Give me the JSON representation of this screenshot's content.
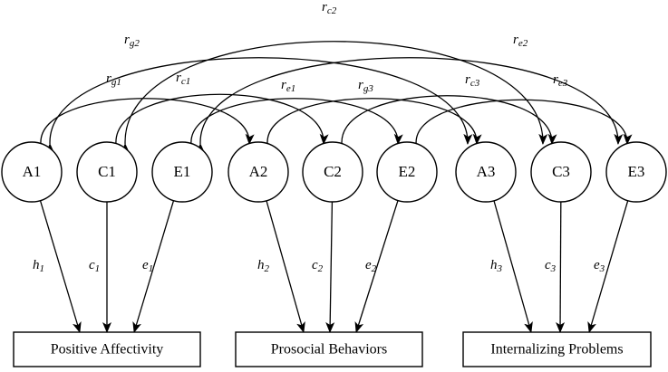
{
  "nodes": [
    {
      "id": "A1",
      "label": "A1"
    },
    {
      "id": "C1",
      "label": "C1"
    },
    {
      "id": "E1",
      "label": "E1"
    },
    {
      "id": "A2",
      "label": "A2"
    },
    {
      "id": "C2",
      "label": "C2"
    },
    {
      "id": "E2",
      "label": "E2"
    },
    {
      "id": "A3",
      "label": "A3"
    },
    {
      "id": "C3",
      "label": "C3"
    },
    {
      "id": "E3",
      "label": "E3"
    }
  ],
  "outcomes": [
    {
      "id": "pa",
      "label": "Positive Affectivity"
    },
    {
      "id": "pb",
      "label": "Prosocial Behaviors"
    },
    {
      "id": "ip",
      "label": "Internalizing Problems"
    }
  ],
  "paths": [
    {
      "from": "A1",
      "to": "pa",
      "base": "h",
      "sub": "1"
    },
    {
      "from": "C1",
      "to": "pa",
      "base": "c",
      "sub": "1"
    },
    {
      "from": "E1",
      "to": "pa",
      "base": "e",
      "sub": "1"
    },
    {
      "from": "A2",
      "to": "pb",
      "base": "h",
      "sub": "2"
    },
    {
      "from": "C2",
      "to": "pb",
      "base": "c",
      "sub": "2"
    },
    {
      "from": "E2",
      "to": "pb",
      "base": "e",
      "sub": "2"
    },
    {
      "from": "A3",
      "to": "ip",
      "base": "h",
      "sub": "3"
    },
    {
      "from": "C3",
      "to": "ip",
      "base": "c",
      "sub": "3"
    },
    {
      "from": "E3",
      "to": "ip",
      "base": "e",
      "sub": "3"
    }
  ],
  "correlations": [
    {
      "from": "A1",
      "to": "A3",
      "base": "r",
      "sub": "g2"
    },
    {
      "from": "C1",
      "to": "C3",
      "base": "r",
      "sub": "c2"
    },
    {
      "from": "E1",
      "to": "E3",
      "base": "r",
      "sub": "e2"
    },
    {
      "from": "A1",
      "to": "A2",
      "base": "r",
      "sub": "g1"
    },
    {
      "from": "C1",
      "to": "C2",
      "base": "r",
      "sub": "c1"
    },
    {
      "from": "E1",
      "to": "E2",
      "base": "r",
      "sub": "e1"
    },
    {
      "from": "A2",
      "to": "A3",
      "base": "r",
      "sub": "g3"
    },
    {
      "from": "C2",
      "to": "C3",
      "base": "r",
      "sub": "c3"
    },
    {
      "from": "E2",
      "to": "E3",
      "base": "r",
      "sub": "e3"
    }
  ]
}
